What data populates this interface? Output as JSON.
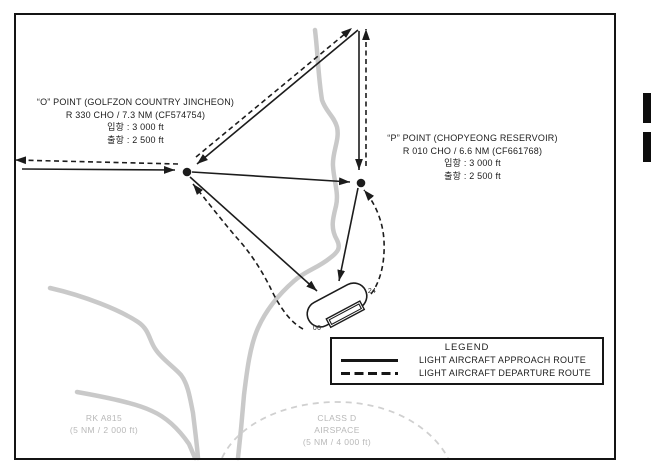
{
  "o_point": {
    "line1": "“O” POINT (GOLFZON COUNTRY JINCHEON)",
    "line2": "R 330 CHO / 7.3 NM (CF574754)",
    "line3": "입항 : 3 000 ft",
    "line4": "출항 : 2 500 ft"
  },
  "p_point": {
    "line1": "“P” POINT (CHOPYEONG RESERVOIR)",
    "line2": "R 010 CHO / 6.6 NM (CF661768)",
    "line3": "입항 : 3 000 ft",
    "line4": "출항 : 2 500 ft"
  },
  "runway": {
    "threshold_sw": "06",
    "threshold_ne": "24"
  },
  "legend": {
    "title": "LEGEND",
    "items": [
      {
        "type": "solid",
        "label": "LIGHT AIRCRAFT APPROACH ROUTE"
      },
      {
        "type": "dashed",
        "label": "LIGHT AIRCRAFT DEPARTURE ROUTE"
      }
    ]
  },
  "airspace_labels": {
    "rk_a815": {
      "line1": "RK A815",
      "line2": "(5 NM / 2 000 ft)"
    },
    "class_d": {
      "line1": "CLASS D",
      "line2": "AIRSPACE",
      "line3": "(5 NM / 4 000 ft)"
    }
  },
  "colors": {
    "route_black": "#1c1c1c",
    "map_road_gray": "#c9c9c9",
    "airspace_arc_gray": "#d0d0d0",
    "label_gray": "#b8b8b8"
  }
}
